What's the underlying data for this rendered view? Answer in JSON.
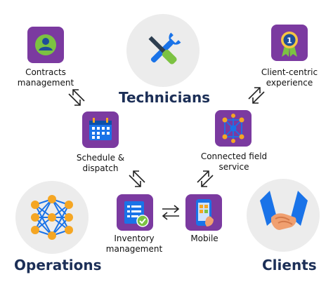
{
  "hubs": {
    "technicians": "Technicians",
    "operations": "Operations",
    "clients": "Clients"
  },
  "nodes": {
    "contracts": "Contracts management",
    "schedule": "Schedule & dispatch",
    "inventory": "Inventory management",
    "mobile": "Mobile",
    "connected": "Connected field service",
    "client_centric": "Client-centric experience"
  },
  "colors": {
    "tile": "#7b3aa0",
    "hub_text": "#1c2f57",
    "hub_circle": "#ececec",
    "icon_blue": "#1a73e8",
    "icon_orange": "#f5a623"
  },
  "icons": [
    "user-icon",
    "tools-icon",
    "award-ribbon-icon",
    "calendar-icon",
    "network-icon",
    "checklist-icon",
    "phone-icon",
    "neural-net-icon",
    "handshake-icon"
  ]
}
